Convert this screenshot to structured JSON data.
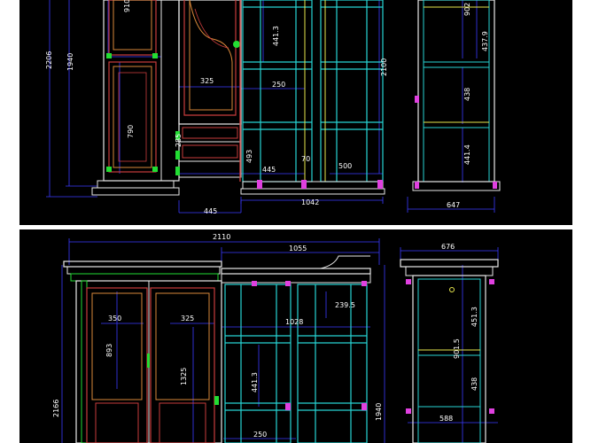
{
  "top_drawing": {
    "dims": {
      "h_2206": "2206",
      "h_1940": "1940",
      "h_910": "910",
      "w_325": "325",
      "h_790": "790",
      "h_285": "285",
      "h_493": "493",
      "w_445_drawer": "445",
      "w_445_base": "445",
      "h_4413": "441.3",
      "w_250": "250",
      "h_70": "70",
      "w_500": "500",
      "h_2100": "2100",
      "w_1042": "1042",
      "h_902": "902",
      "h_4379": "437.9",
      "h_438": "438",
      "h_4414": "441.4",
      "w_647": "647"
    }
  },
  "bottom_drawing": {
    "dims": {
      "w_2110": "2110",
      "w_1055": "1055",
      "w_676": "676",
      "w_350": "350",
      "w_325": "325",
      "h_893": "893",
      "h_1325": "1325",
      "w_1028": "1028",
      "w_2395": "239.5",
      "h_4413": "441.3",
      "h_2166": "2166",
      "w_250": "250",
      "h_1940": "1940",
      "h_4513": "451.3",
      "h_9015": "901.5",
      "h_438": "438",
      "w_588": "588"
    }
  },
  "colors": {
    "background": "#000000",
    "outline": "#e8e8e8",
    "panel_red": "#c83c3c",
    "panel_orange": "#d9883a",
    "shelf_cyan": "#27d4d4",
    "post_green": "#22dd33",
    "dimension_blue": "#3a3aff",
    "accent_magenta": "#e040e0",
    "rail_yellow": "#e6e64d"
  }
}
